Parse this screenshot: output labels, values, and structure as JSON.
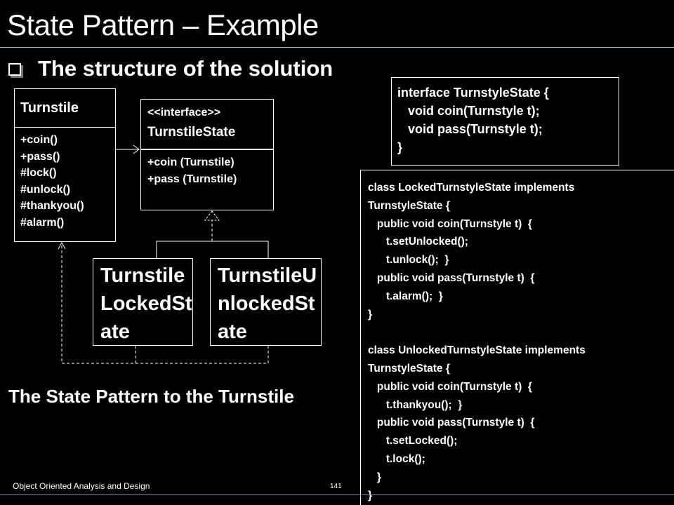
{
  "slide": {
    "title": "State Pattern – Example",
    "subtitle": "The structure of the solution",
    "caption": "The State Pattern to the Turnstile",
    "footer": "Object Oriented Analysis and Design",
    "page_number": "141"
  },
  "diagram": {
    "turnstile": {
      "name": "Turnstile",
      "methods": [
        "+coin()",
        "+pass()",
        "#lock()",
        "#unlock()",
        "#thankyou()",
        "#alarm()"
      ]
    },
    "turnstile_state": {
      "stereotype": "<<interface>>",
      "name": "TurnstileState",
      "methods": [
        "+coin (Turnstile)",
        "+pass (Turnstile)"
      ]
    },
    "locked_state": {
      "name_lines": [
        "Turnstile",
        "LockedSt",
        "ate"
      ]
    },
    "unlocked_state": {
      "name_lines": [
        "TurnstileU",
        "nlockedSt",
        "ate"
      ]
    }
  },
  "code": {
    "interface_block": "interface TurnstyleState {\n   void coin(Turnstyle t);\n   void pass(Turnstyle t);\n}",
    "classes_block": "class LockedTurnstyleState implements\nTurnstyleState {\n   public void coin(Turnstyle t)  {\n      t.setUnlocked();\n      t.unlock();  }\n   public void pass(Turnstyle t)  {\n      t.alarm();  }\n}\n\nclass UnlockedTurnstyleState implements\nTurnstyleState {\n   public void coin(Turnstyle t)  {\n      t.thankyou();  }\n   public void pass(Turnstyle t)  {\n      t.setLocked();\n      t.lock();\n   }\n}"
  }
}
